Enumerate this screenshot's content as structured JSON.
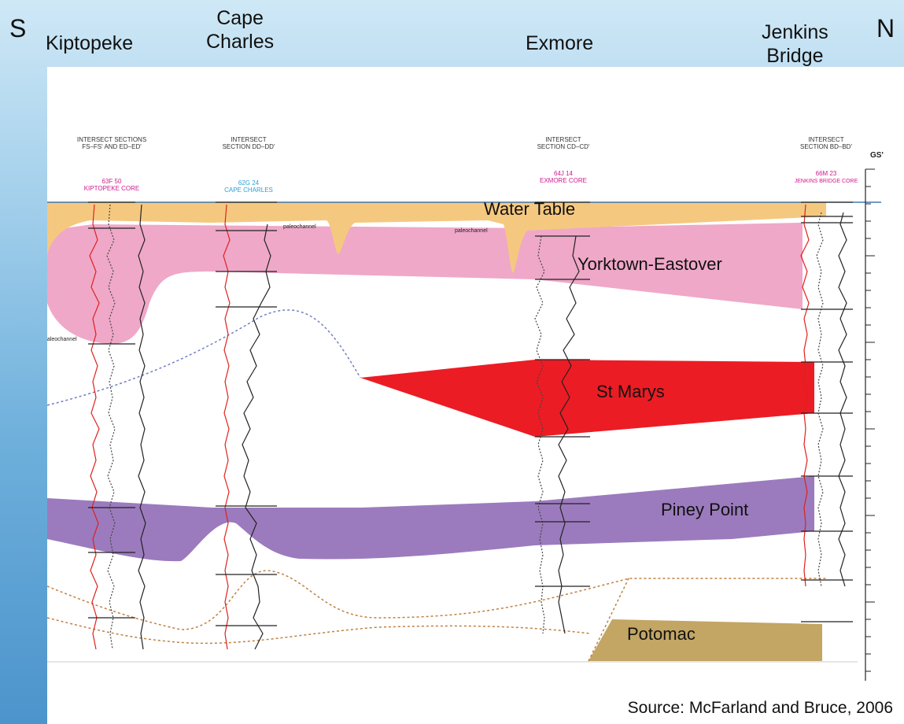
{
  "header": {
    "south": "S",
    "north": "N",
    "locations": [
      {
        "name": "Kiptopeke"
      },
      {
        "name": "Cape\nCharles"
      },
      {
        "name": "Exmore"
      },
      {
        "name": "Jenkins\nBridge"
      }
    ]
  },
  "wells": [
    {
      "heading": [
        "INTERSECT SECTIONS",
        "FS–FS' AND ED–ED'"
      ],
      "id": "63F 50",
      "core": "KIPTOPEKE CORE",
      "color": "#d01890"
    },
    {
      "heading": [
        "INTERSECT",
        "SECTION DD–DD'"
      ],
      "id": "62G 24",
      "core": "CAPE CHARLES",
      "color": "#2a9fd6"
    },
    {
      "heading": [
        "INTERSECT",
        "SECTION CD–CD'"
      ],
      "id": "64J 14",
      "core": "EXMORE CORE",
      "color": "#d01890"
    },
    {
      "heading": [
        "INTERSECT",
        "SECTION BD–BD'"
      ],
      "id": "66M 23",
      "core": "JENKINS BRIDGE CORE",
      "color": "#d01890"
    }
  ],
  "scale_label": "GS'",
  "small_labels": {
    "paleochannel_1": "paleochannel",
    "paleochannel_2": "paleochannel",
    "paleochannel_3": "paleochannel"
  },
  "units": {
    "water_table": "Water Table",
    "yorktown": "Yorktown-Eastover",
    "st_marys": "St Marys",
    "piney_point": "Piney Point",
    "potomac": "Potomac"
  },
  "colors": {
    "water_table": "#f5c880",
    "yorktown": "#efa8c8",
    "st_marys": "#ec1c24",
    "piney_point": "#9b7bbd",
    "potomac": "#c3a564",
    "log_red": "#e0201c"
  },
  "source": "Source:  McFarland and Bruce, 2006"
}
